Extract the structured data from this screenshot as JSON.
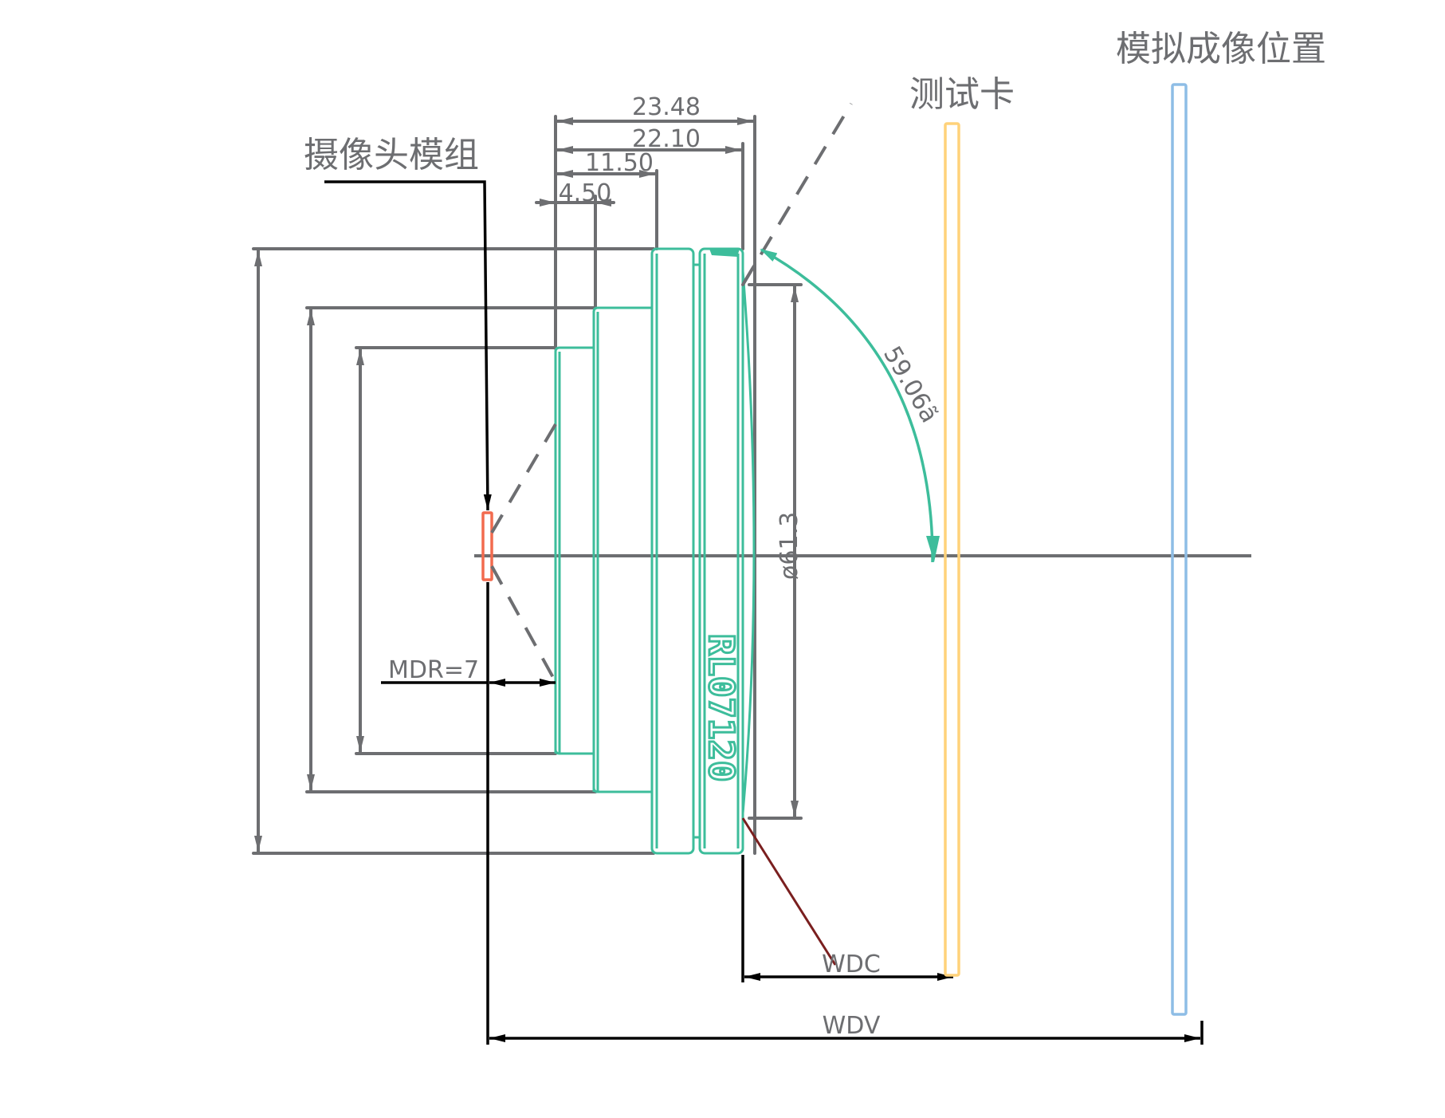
{
  "labels": {
    "camera_module": "摄像头模组",
    "test_card": "测试卡",
    "simulated_image_position": "模拟成像位置",
    "lens_model": "RL07120",
    "diameter": "ø61.3",
    "angle": "59.06ã",
    "mdr": "MDR=7",
    "wdc": "WDC",
    "wdv": "WDV"
  },
  "dimensions": {
    "d1": "23.48",
    "d2": "22.10",
    "d3": "11.50",
    "d4": "4.50"
  },
  "colors": {
    "dimension": "#6d6e71",
    "lens": "#3dbd9b",
    "sensor": "#f26b4f",
    "test_card": "#ffd27a",
    "image_plane": "#8ebde6",
    "leader": "#000000",
    "wdc_leader": "#7a1f1f"
  }
}
